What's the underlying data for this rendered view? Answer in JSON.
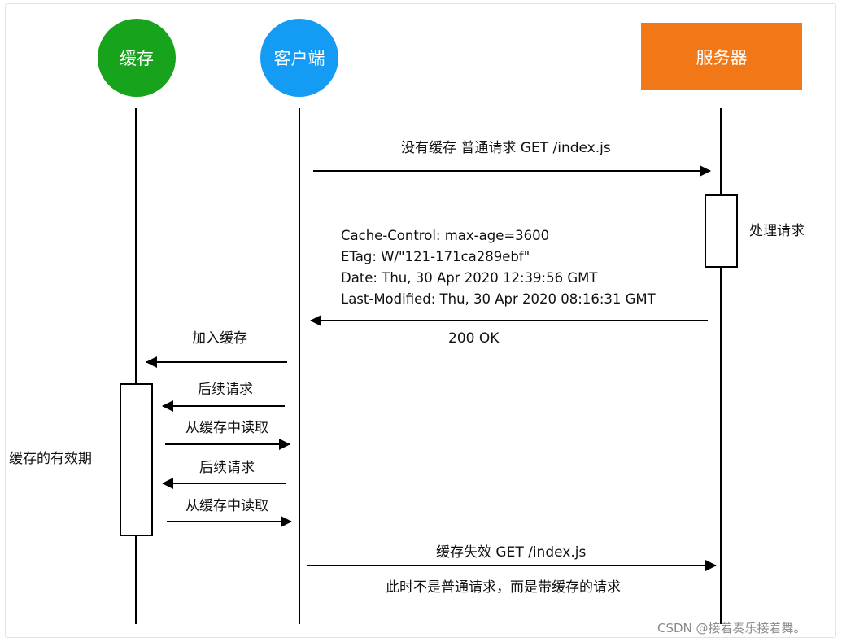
{
  "actors": {
    "cache": {
      "label": "缓存",
      "color": "#17a31b"
    },
    "client": {
      "label": "客户端",
      "color": "#149cf5"
    },
    "server": {
      "label": "服务器",
      "color": "#f27817"
    }
  },
  "messages": {
    "initial_request": "没有缓存 普通请求 GET /index.js",
    "process_request": "处理请求",
    "response_headers": [
      "Cache-Control: max-age=3600",
      "ETag: W/\"121-171ca289ebf\"",
      "Date: Thu, 30 Apr 2020 12:39:56 GMT",
      "Last-Modified: Thu, 30 Apr 2020 08:16:31 GMT"
    ],
    "status": "200 OK",
    "add_to_cache": "加入缓存",
    "subsequent_request_1": "后续请求",
    "read_from_cache_1": "从缓存中读取",
    "subsequent_request_2": "后续请求",
    "read_from_cache_2": "从缓存中读取",
    "cache_validity": "缓存的有效期",
    "cache_expired": "缓存失效 GET /index.js",
    "cache_expired_note": "此时不是普通请求，而是带缓存的请求"
  },
  "watermark": "CSDN @接着奏乐接着舞。"
}
